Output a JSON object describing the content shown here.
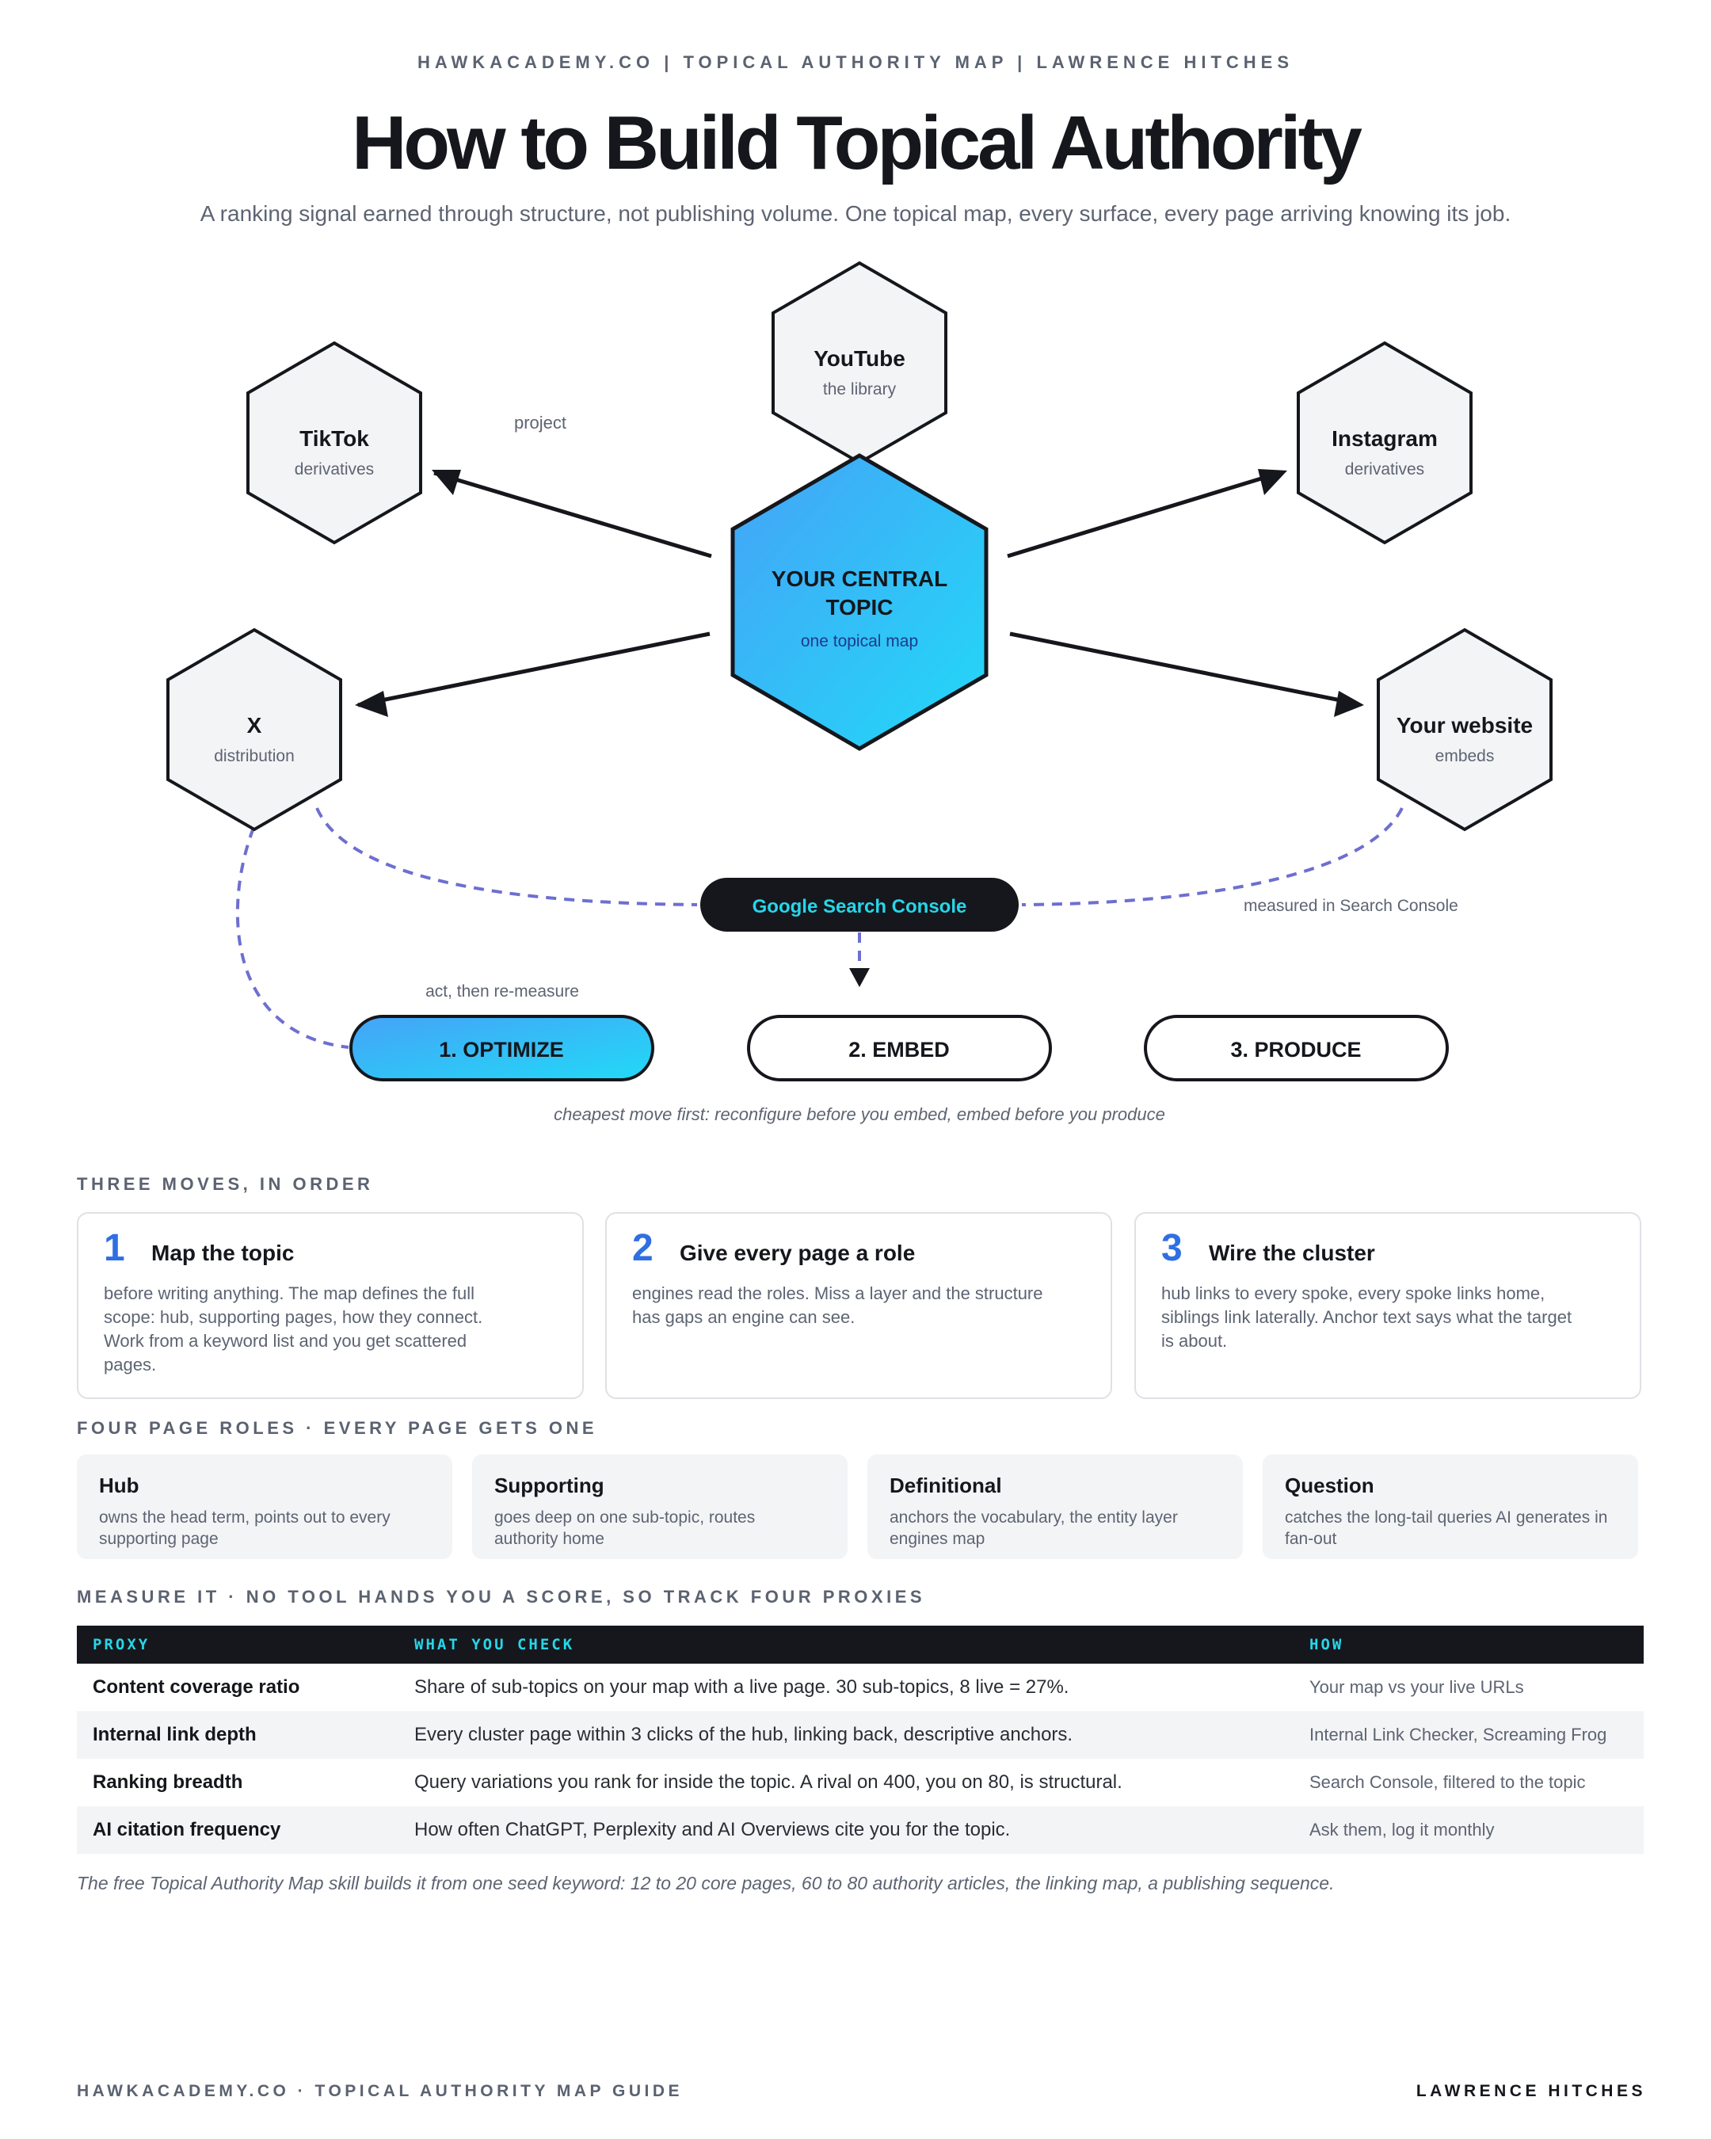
{
  "header": {
    "kicker": "HAWKACADEMY.CO | TOPICAL AUTHORITY MAP | LAWRENCE HITCHES",
    "title": "How to Build Topical Authority",
    "subtitle": "A ranking signal earned through structure, not publishing volume. One topical map, every surface, every page arriving knowing its job."
  },
  "diagram": {
    "center": {
      "title_line1": "YOUR CENTRAL",
      "title_line2": "TOPIC",
      "sub": "one topical map"
    },
    "nodes": {
      "youtube": {
        "title": "YouTube",
        "sub": "the library"
      },
      "tiktok": {
        "title": "TikTok",
        "sub": "derivatives"
      },
      "instagram": {
        "title": "Instagram",
        "sub": "derivatives"
      },
      "x": {
        "title": "X",
        "sub": "distribution"
      },
      "website": {
        "title": "Your website",
        "sub": "embeds"
      }
    },
    "project_label": "project",
    "console_label": "Google Search Console",
    "measured_label": "measured in Search Console",
    "act_label": "act, then re-measure",
    "steps": [
      "1. OPTIMIZE",
      "2. EMBED",
      "3. PRODUCE"
    ],
    "caption": "cheapest move first: reconfigure before you embed, embed before you produce",
    "colors": {
      "gradient_start": "#45a3f7",
      "gradient_end": "#22d9f7",
      "dash": "#6d6fd0",
      "console_text": "#27d6ea"
    }
  },
  "moves": {
    "label": "THREE MOVES, IN ORDER",
    "items": [
      {
        "num": "1",
        "title": "Map the topic",
        "body": "before writing anything. The map defines the full scope: hub, supporting pages, how they connect. Work from a keyword list and you get scattered pages."
      },
      {
        "num": "2",
        "title": "Give every page a role",
        "body": "engines read the roles. Miss a layer and the structure has gaps an engine can see."
      },
      {
        "num": "3",
        "title": "Wire the cluster",
        "body": "hub links to every spoke, every spoke links home, siblings link laterally. Anchor text says what the target is about."
      }
    ]
  },
  "roles": {
    "label": "FOUR PAGE ROLES · EVERY PAGE GETS ONE",
    "items": [
      {
        "title": "Hub",
        "body": "owns the head term, points out to every supporting page"
      },
      {
        "title": "Supporting",
        "body": "goes deep on one sub-topic, routes authority home"
      },
      {
        "title": "Definitional",
        "body": "anchors the vocabulary, the entity layer engines map"
      },
      {
        "title": "Question",
        "body": "catches the long-tail queries AI generates in fan-out"
      }
    ]
  },
  "measure": {
    "label": "MEASURE IT · NO TOOL HANDS YOU A SCORE, SO TRACK FOUR PROXIES",
    "columns": [
      "PROXY",
      "WHAT YOU CHECK",
      "HOW"
    ],
    "rows": [
      {
        "proxy": "Content coverage ratio",
        "check": "Share of sub-topics on your map with a live page. 30 sub-topics, 8 live = 27%.",
        "how": "Your map vs your live URLs"
      },
      {
        "proxy": "Internal link depth",
        "check": "Every cluster page within 3 clicks of the hub, linking back, descriptive anchors.",
        "how": "Internal Link Checker, Screaming Frog"
      },
      {
        "proxy": "Ranking breadth",
        "check": "Query variations you rank for inside the topic. A rival on 400, you on 80, is structural.",
        "how": "Search Console, filtered to the topic"
      },
      {
        "proxy": "AI citation frequency",
        "check": "How often ChatGPT, Perplexity and AI Overviews cite you for the topic.",
        "how": "Ask them, log it monthly"
      }
    ],
    "footnote": "The free Topical Authority Map skill builds it from one seed keyword: 12 to 20 core pages, 60 to 80 authority articles, the linking map, a publishing sequence."
  },
  "footer": {
    "left": "HAWKACADEMY.CO · TOPICAL AUTHORITY MAP GUIDE",
    "right": "LAWRENCE HITCHES"
  }
}
